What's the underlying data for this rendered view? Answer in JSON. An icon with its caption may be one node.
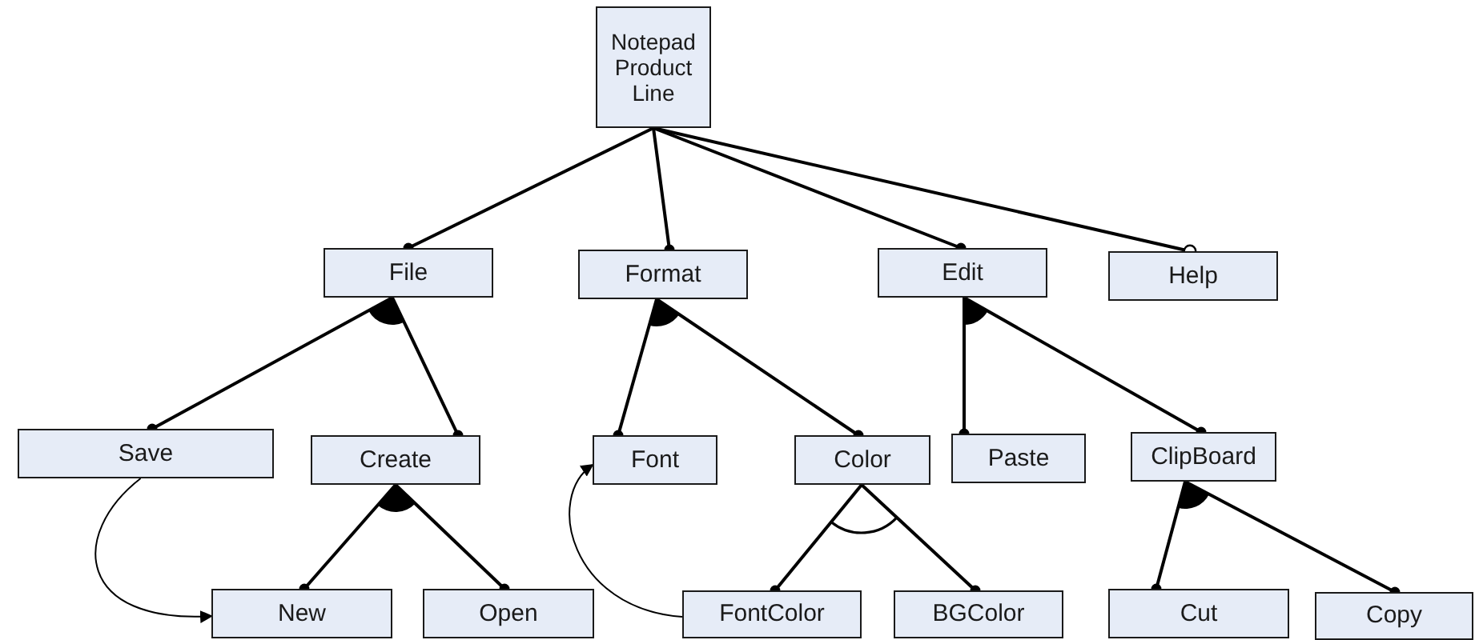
{
  "diagram": {
    "nodes": [
      {
        "text": [
          "Notepad Product Line"
        ]
      },
      {
        "text": [
          "File"
        ]
      },
      {
        "text": [
          "Format"
        ]
      },
      {
        "text": [
          "Edit"
        ]
      },
      {
        "text": [
          "Help"
        ]
      },
      {
        "text": [
          "Save"
        ]
      },
      {
        "text": [
          "Create"
        ]
      },
      {
        "text": [
          "Font"
        ]
      },
      {
        "text": [
          "Color"
        ]
      },
      {
        "text": [
          "Paste"
        ]
      },
      {
        "text": [
          "ClipBoard"
        ]
      },
      {
        "text": [
          "New"
        ]
      },
      {
        "text": [
          "Open"
        ]
      },
      {
        "text": [
          "FontColor"
        ]
      },
      {
        "text": [
          "BGColor"
        ]
      },
      {
        "text": [
          "Cut"
        ]
      },
      {
        "text": [
          "Copy"
        ]
      }
    ],
    "edges": [
      {
        "from": 0,
        "to": 1,
        "arrow": "other"
      },
      {
        "from": 0,
        "to": 2,
        "arrow": "other"
      },
      {
        "from": 0,
        "to": 3,
        "arrow": "other"
      },
      {
        "from": 0,
        "to": 4,
        "arrow": "other"
      },
      {
        "from": 1,
        "to": 5,
        "arrow": "other"
      },
      {
        "from": 1,
        "to": 6,
        "arrow": "other"
      },
      {
        "from": 2,
        "to": 7,
        "arrow": "other"
      },
      {
        "from": 2,
        "to": 8,
        "arrow": "other"
      },
      {
        "from": 3,
        "to": 9,
        "arrow": "other"
      },
      {
        "from": 3,
        "to": 10,
        "arrow": "other"
      },
      {
        "from": 6,
        "to": 11,
        "arrow": "other"
      },
      {
        "from": 6,
        "to": 12,
        "arrow": "other"
      },
      {
        "from": 8,
        "to": 13,
        "arrow": "other"
      },
      {
        "from": 8,
        "to": 14,
        "arrow": "other"
      },
      {
        "from": 10,
        "to": 15,
        "arrow": "other"
      },
      {
        "from": 10,
        "to": 16,
        "arrow": "other"
      },
      {
        "from": 5,
        "to": 11,
        "arrow": "to"
      },
      {
        "from": 13,
        "to": 7,
        "arrow": "to"
      }
    ]
  }
}
